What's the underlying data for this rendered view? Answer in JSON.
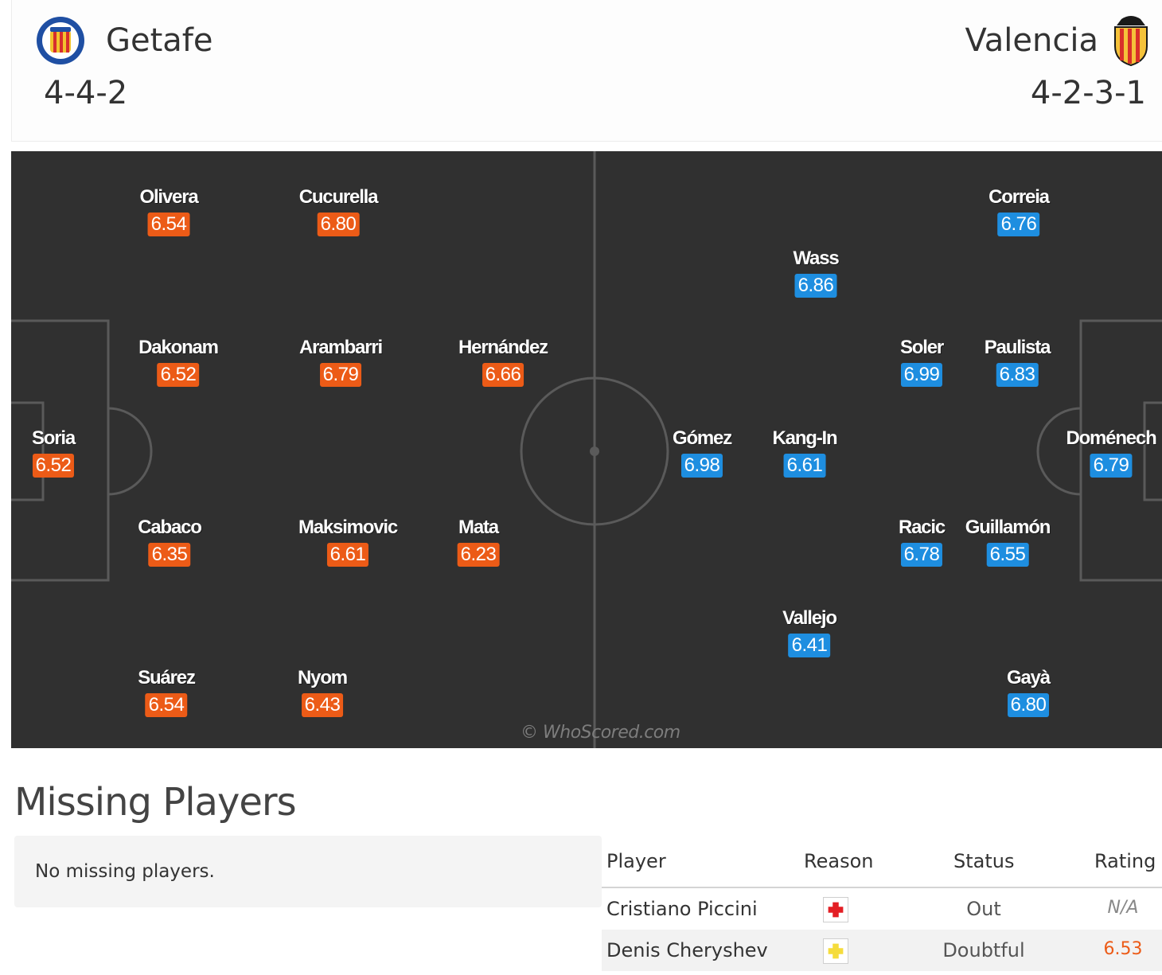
{
  "home": {
    "name": "Getafe",
    "formation": "4-4-2",
    "crest_icon": "getafe-crest-icon",
    "color": "#ec5b17",
    "players": [
      {
        "name": "Olivera",
        "rating": "6.54"
      },
      {
        "name": "Cucurella",
        "rating": "6.80"
      },
      {
        "name": "Dakonam",
        "rating": "6.52"
      },
      {
        "name": "Arambarri",
        "rating": "6.79"
      },
      {
        "name": "Hernández",
        "rating": "6.66"
      },
      {
        "name": "Soria",
        "rating": "6.52"
      },
      {
        "name": "Cabaco",
        "rating": "6.35"
      },
      {
        "name": "Maksimovic",
        "rating": "6.61"
      },
      {
        "name": "Mata",
        "rating": "6.23"
      },
      {
        "name": "Suárez",
        "rating": "6.54"
      },
      {
        "name": "Nyom",
        "rating": "6.43"
      }
    ]
  },
  "away": {
    "name": "Valencia",
    "formation": "4-2-3-1",
    "crest_icon": "valencia-crest-icon",
    "color": "#1e8ee0",
    "players": [
      {
        "name": "Correia",
        "rating": "6.76"
      },
      {
        "name": "Wass",
        "rating": "6.86"
      },
      {
        "name": "Soler",
        "rating": "6.99"
      },
      {
        "name": "Paulista",
        "rating": "6.83"
      },
      {
        "name": "Gómez",
        "rating": "6.98"
      },
      {
        "name": "Kang-In",
        "rating": "6.61"
      },
      {
        "name": "Doménech",
        "rating": "6.79"
      },
      {
        "name": "Racic",
        "rating": "6.78"
      },
      {
        "name": "Guillamón",
        "rating": "6.55"
      },
      {
        "name": "Vallejo",
        "rating": "6.41"
      },
      {
        "name": "Gayà",
        "rating": "6.80"
      }
    ]
  },
  "watermark": "© WhoScored.com",
  "missing": {
    "title": "Missing Players",
    "home_empty_text": "No missing players.",
    "columns": [
      "Player",
      "Reason",
      "Status",
      "Rating"
    ],
    "rows": [
      {
        "player": "Cristiano Piccini",
        "reason_icon": "injury-red-cross-icon",
        "reason_color": "#e31e24",
        "status": "Out",
        "rating": "N/A"
      },
      {
        "player": "Denis Cheryshev",
        "reason_icon": "doubtful-yellow-cross-icon",
        "reason_color": "#f5dc3c",
        "status": "Doubtful",
        "rating": "6.53"
      }
    ]
  }
}
